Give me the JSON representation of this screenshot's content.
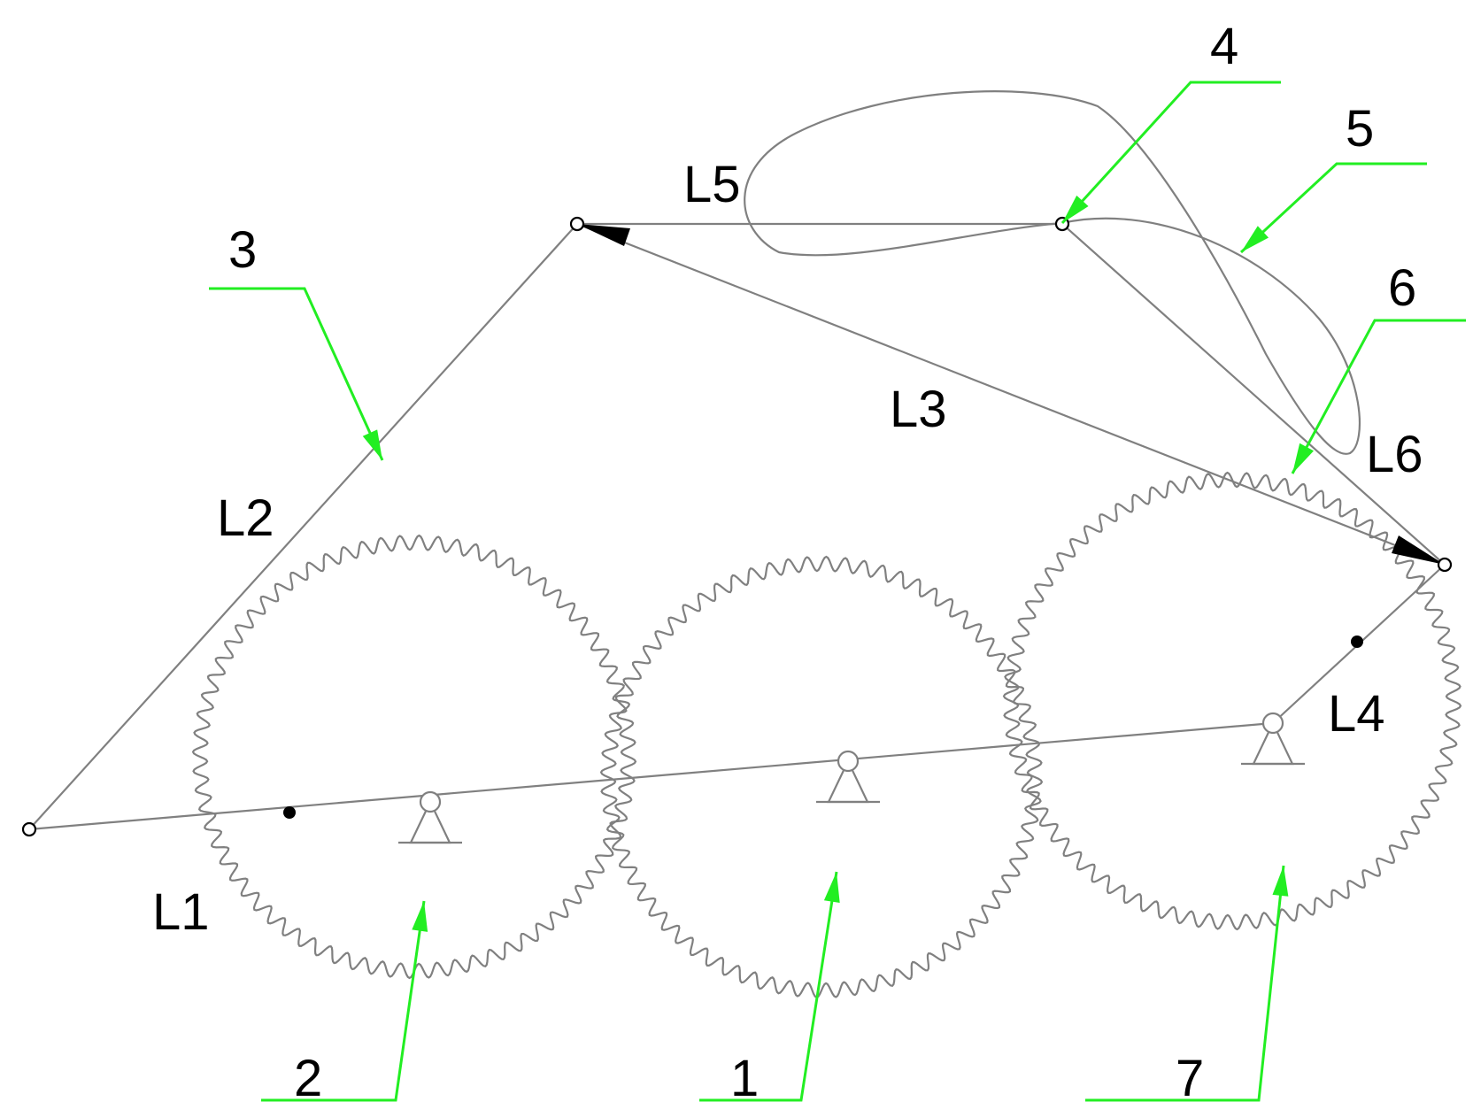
{
  "colors": {
    "line": "#808080",
    "leader": "#22ee22",
    "ink": "#000000",
    "background": "#ffffff"
  },
  "labels": {
    "L1": "L1",
    "L2": "L2",
    "L3": "L3",
    "L4": "L4",
    "L5": "L5",
    "L6": "L6"
  },
  "callouts": {
    "c1": "1",
    "c2": "2",
    "c3": "3",
    "c4": "4",
    "c5": "5",
    "c6": "6",
    "c7": "7"
  }
}
